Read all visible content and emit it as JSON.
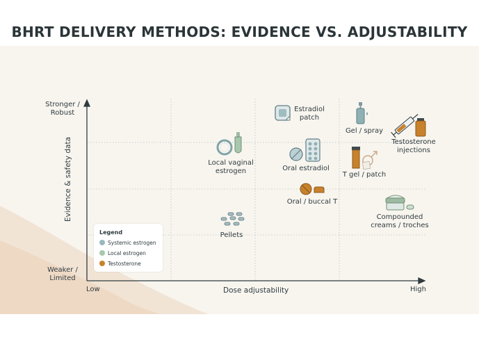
{
  "title": "BHRT DELIVERY METHODS: EVIDENCE VS. ADJUSTABILITY",
  "axes": {
    "y_label": "Evidence & safety data",
    "y_top": "Stronger /\nRobust",
    "y_bottom": "Weaker /\nLimited",
    "x_label": "Dose adjustability",
    "x_low": "Low",
    "x_high": "High"
  },
  "items": {
    "estradiol_patch": "Estradiol\npatch",
    "gel_spray": "Gel / spray",
    "testosterone_injections": "Testosterone\ninjections",
    "local_vaginal_estrogen": "Local vaginal\nestrogen",
    "oral_estradiol": "Oral estradiol",
    "t_gel_patch": "T gel / patch",
    "oral_buccal_t": "Oral / buccal T",
    "compounded": "Compounded\ncreams / troches",
    "pellets": "Pellets"
  },
  "legend": {
    "title": "Legend",
    "entries": [
      {
        "label": "Systemic estrogen",
        "color": "#9ab8c0"
      },
      {
        "label": "Local estrogen",
        "color": "#a8c8ae"
      },
      {
        "label": "Testosterone",
        "color": "#c8822c"
      }
    ]
  },
  "colors": {
    "teal": "#7fa3a8",
    "orange": "#c8822c",
    "sage": "#9fbaa3",
    "ink": "#2f3b3f"
  }
}
